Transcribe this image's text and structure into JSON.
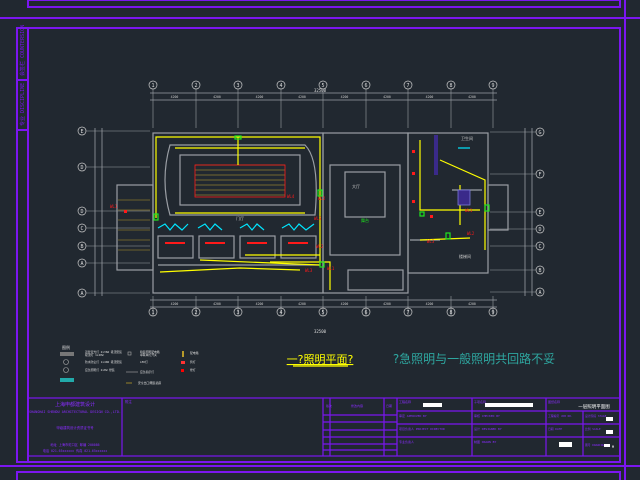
{
  "colors": {
    "background": "#212830",
    "frame": "#7b16f0",
    "wall": "#9a9ea4",
    "circuit": "#ffff00",
    "fixture": "#ff1a1a",
    "panel": "#1ee61e",
    "emergency": "#00e5ff",
    "title_note": "#2ea7a0"
  },
  "drawing": {
    "plan_title": "一?照明平面?",
    "note": "?急照明与一般照明共回路不妥",
    "overall_dim_top": "32500",
    "overall_dim_bottom": "32500",
    "axis_top": [
      "1",
      "2",
      "3",
      "4",
      "5",
      "6",
      "7",
      "8",
      "9"
    ],
    "axis_left": [
      "E",
      "D",
      "D",
      "C",
      "B",
      "A",
      "A"
    ],
    "axis_right": [
      "G",
      "F",
      "E",
      "D",
      "C",
      "B",
      "A"
    ],
    "dims_top": [
      "4200",
      "4200",
      "4200",
      "4200",
      "4200",
      "4200",
      "4200",
      "4200"
    ],
    "circuits": [
      "WL1",
      "WL2",
      "WL3",
      "WL4",
      "WL1",
      "WL2",
      "WL3",
      "WL1",
      "WL2",
      "WL3"
    ],
    "room_labels": [
      "舞台",
      "门厅",
      "大厅",
      "卫生间",
      "楼梯间"
    ]
  },
  "legend": {
    "title": "图例",
    "items": [
      "双管荧光灯 2x36W 吸顶安装",
      "吸顶灯 1x40W",
      "防水防尘灯 1x40W 吸顶安装",
      "应急照明灯 2x8W 壁装",
      "暗装照明配电箱",
      "单联单控开关",
      "LED灯",
      "应急指示灯",
      "安全出口灯",
      "配电箱",
      "筒灯",
      "壁灯",
      "明装插座"
    ]
  },
  "title_block": {
    "company_cn": "上海申都建筑设计",
    "company_en": "SHANGHAI SHENDU ARCHITECTURAL DESIGN CO.,LTD.",
    "cert": "甲级建筑设计资质证书号",
    "address": "地址 上海市虹口区 邮编 200086",
    "phone": "电话 021-65xxxxxx 传真 021-65xxxxxx",
    "notes_label": "附注",
    "rev_headers": [
      "版次",
      "修改内容",
      "日期"
    ],
    "project_label": "工程名称",
    "subproject_label": "子项名称",
    "drawing_name_label": "图纸名称",
    "drawing_name": "一层照明平面图",
    "approved": "审定 APPROVED BY",
    "checked": "审核 CHECKED BY",
    "designed": "设计 DESIGNED BY",
    "project_director": "项目负责人 PROJECT DIRECTOR",
    "discipline": "专业负责人",
    "drawn": "制图 DRAWN BY",
    "job_no": "工程编号 JOB NO.",
    "stage": "设计阶段 STAGE",
    "date": "日期 DATE",
    "scale": "比例 SCALE",
    "drawing_no": "图号 DRAWING NO.",
    "drawing_no_suffix": "M",
    "side_strip": [
      "会签栏 COUNTERSIGN",
      "专业 DISCIPLINE"
    ]
  }
}
